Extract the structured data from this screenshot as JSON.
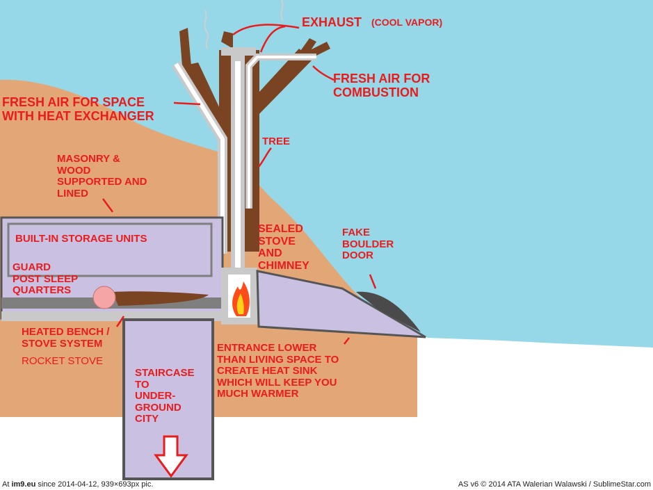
{
  "labels": {
    "exhaust": "EXHAUST",
    "cool_vapor": "(COOL VAPOR)",
    "fresh_air_combustion": "FRESH AIR FOR\nCOMBUSTION",
    "fresh_air_space": "FRESH AIR FOR SPACE\nWITH HEAT EXCHANGER",
    "tree": "TREE",
    "masonry": "MASONRY &\nWOOD\nSUPPORTED AND\nLINED",
    "storage": "BUILT-IN STORAGE UNITS",
    "guard": "GUARD\nPOST SLEEP\nQUARTERS",
    "sealed_stove": "SEALED\nSTOVE\nAND\nCHIMNEY",
    "fake_boulder": "FAKE\nBOULDER\nDOOR",
    "heated_bench": "HEATED BENCH /\nSTOVE SYSTEM",
    "rocket_stove": "ROCKET STOVE",
    "entrance": "ENTRANCE LOWER\nTHAN LIVING SPACE TO\nCREATE HEAT SINK\nWHICH WILL KEEP YOU\nMUCH WARMER",
    "staircase": "STAIRCASE\nTO\nUNDER-\nGROUND\nCITY"
  },
  "footer": {
    "left_prefix": "At ",
    "left_site": "im9.eu",
    "left_rest": " since 2014-04-12, 939×693px pic.",
    "right": "AS v6 © 2014 ATA Walerian Walawski / SublimeStar.com"
  },
  "colors": {
    "sky": "#97d8e8",
    "earth": "#e3a677",
    "room": "#c9c0e2",
    "frame": "#c9c9c9",
    "trunk": "#7a4321",
    "label": "#e81c1c",
    "boulder": "#4a4a4a"
  }
}
